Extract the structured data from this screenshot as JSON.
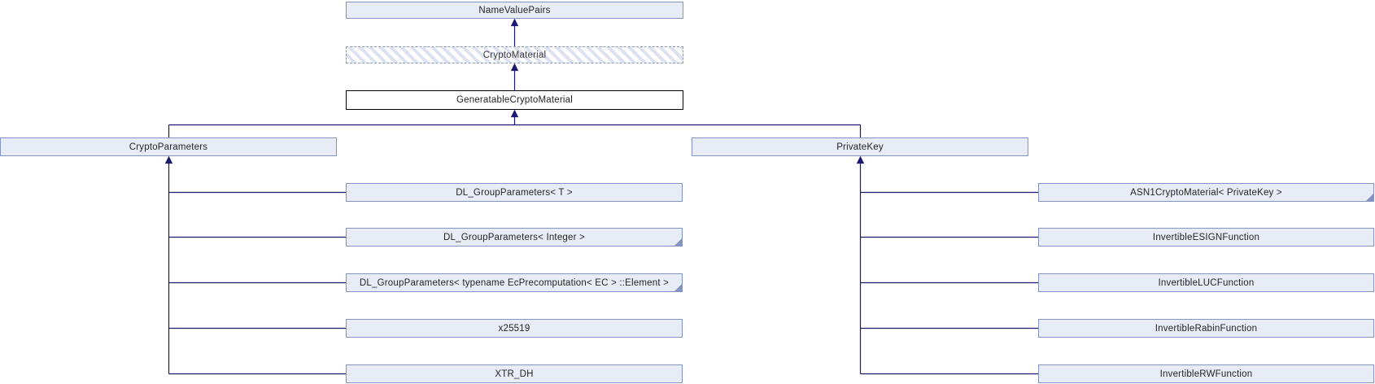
{
  "diagram": {
    "type": "class-inheritance-graph",
    "colors": {
      "edge": "#191970",
      "node_fill": "#e8ecf6",
      "node_border": "#8494c2",
      "current_node_border": "#000000",
      "current_node_fill": "#ffffff",
      "hatch_stripe": "#dce2f2",
      "text": "#252525"
    }
  },
  "nodes": {
    "name_value_pairs": {
      "label": "NameValuePairs"
    },
    "crypto_material": {
      "label": "CryptoMaterial"
    },
    "generatable_crypto_material": {
      "label": "GeneratableCryptoMaterial"
    },
    "crypto_parameters": {
      "label": "CryptoParameters"
    },
    "private_key": {
      "label": "PrivateKey"
    },
    "dl_group_parameters_t": {
      "label": "DL_GroupParameters< T >"
    },
    "dl_group_parameters_integer": {
      "label": "DL_GroupParameters< Integer >"
    },
    "dl_group_parameters_ec_element": {
      "label": "DL_GroupParameters< typename EcPrecomputation< EC > ::Element >"
    },
    "x25519": {
      "label": "x25519"
    },
    "xtr_dh": {
      "label": "XTR_DH"
    },
    "asn1_crypto_material_private_key": {
      "label": "ASN1CryptoMaterial< PrivateKey >"
    },
    "invertible_esign_function": {
      "label": "InvertibleESIGNFunction"
    },
    "invertible_luc_function": {
      "label": "InvertibleLUCFunction"
    },
    "invertible_rabin_function": {
      "label": "InvertibleRabinFunction"
    },
    "invertible_rw_function": {
      "label": "InvertibleRWFunction"
    }
  }
}
